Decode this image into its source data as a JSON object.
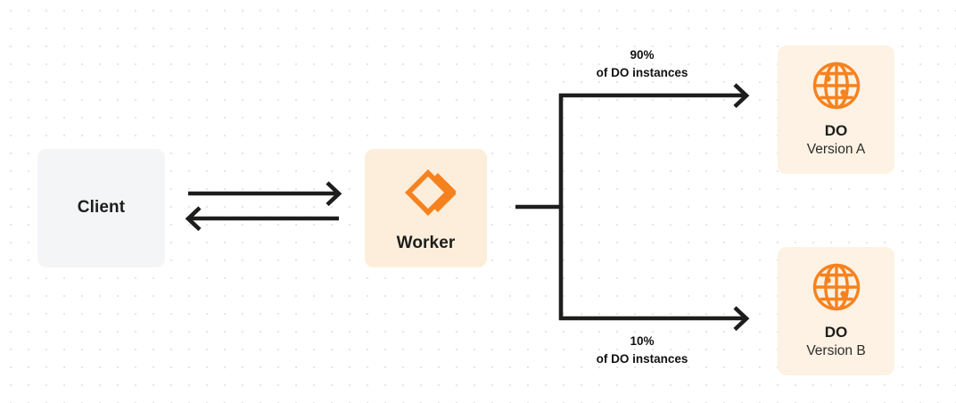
{
  "diagram": {
    "nodes": {
      "client": {
        "label": "Client",
        "fill": "#f4f5f7"
      },
      "worker": {
        "label": "Worker",
        "icon": "cloudflare-workers-logo",
        "fill": "#fdeedb",
        "icon_color": "#f6821f"
      },
      "do_a": {
        "title": "DO",
        "subtitle": "Version A",
        "icon": "globe-icon",
        "fill": "#fdf2e3",
        "icon_color": "#f6821f"
      },
      "do_b": {
        "title": "DO",
        "subtitle": "Version B",
        "icon": "globe-icon",
        "fill": "#fdf2e3",
        "icon_color": "#f6821f"
      }
    },
    "edges": {
      "client_to_worker": {
        "direction": "right",
        "label": ""
      },
      "worker_to_client": {
        "direction": "left",
        "label": ""
      },
      "worker_to_do_a": {
        "percent": "90%",
        "caption": "of DO instances"
      },
      "worker_to_do_b": {
        "percent": "10%",
        "caption": "of DO instances"
      }
    },
    "colors": {
      "stroke": "#1d1d1b",
      "accent_orange": "#f6821f",
      "grid_dot": "#e6e6e6",
      "background": "#ffffff"
    }
  }
}
